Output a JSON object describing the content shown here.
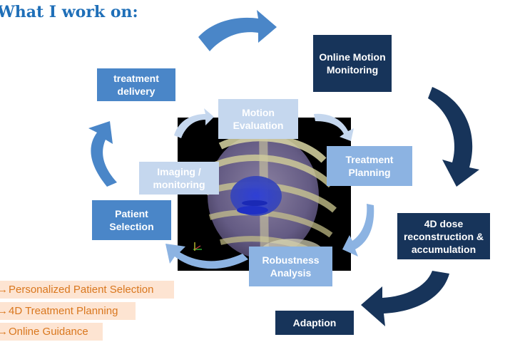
{
  "title": "What I work on:",
  "boxes": {
    "online_motion_monitoring": "Online Motion Monitoring",
    "treatment_delivery": "treatment delivery",
    "motion_evaluation": "Motion Evaluation",
    "treatment_planning": "Treatment Planning",
    "imaging_monitoring": "Imaging / monitoring",
    "patient_selection": "Patient Selection",
    "robustness_analysis": "Robustness Analysis",
    "dose_reconstruction": "4D dose reconstruction & accumulation",
    "adaption": "Adaption"
  },
  "bullets": [
    {
      "arrow": "→",
      "text": "Personalized Patient Selection"
    },
    {
      "arrow": "→",
      "text": "4D Treatment Planning"
    },
    {
      "arrow": "→",
      "text": "Online Guidance"
    }
  ],
  "colors": {
    "dark": "#17345a",
    "mid": "#4a86c8",
    "light": "#8cb3e2",
    "pale": "#c5d7ee",
    "title": "#1f6fb8",
    "bullet_text": "#d9771e",
    "bullet_bg": "#fde4d2"
  }
}
